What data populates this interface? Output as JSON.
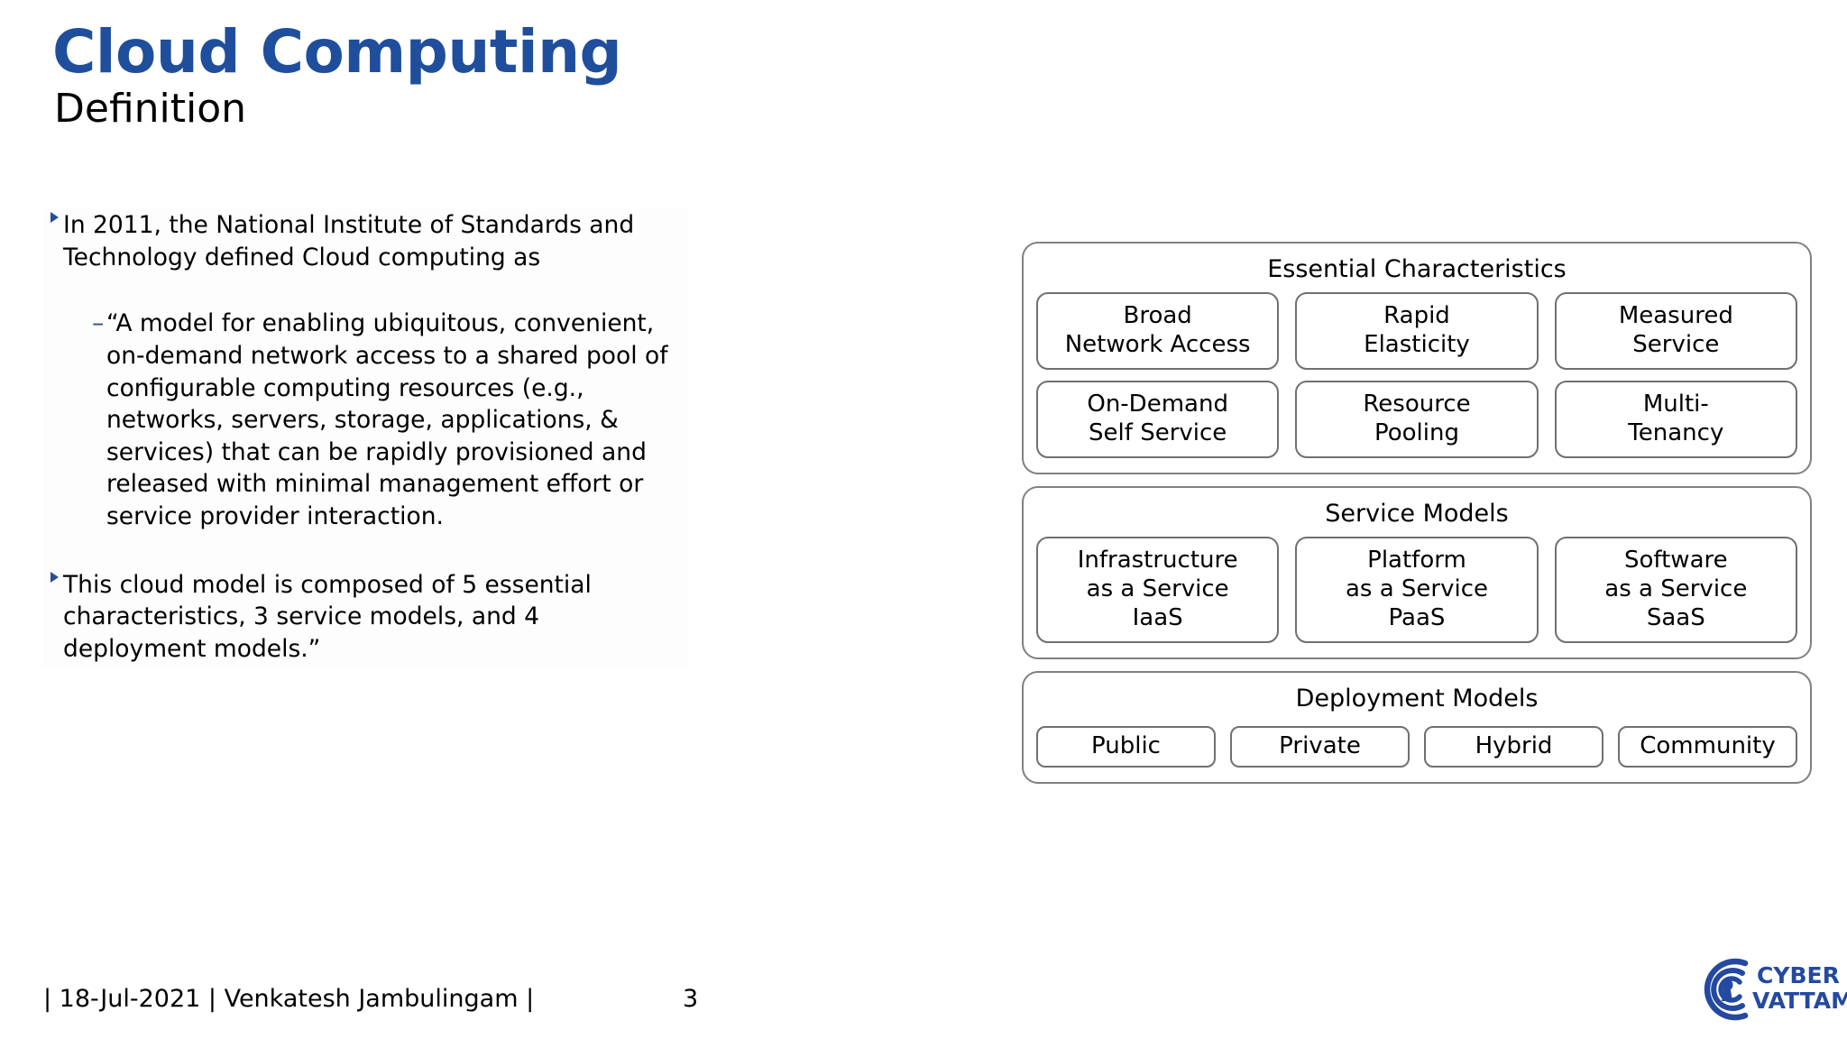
{
  "header": {
    "title": "Cloud Computing",
    "subtitle": "Definition",
    "title_color": "#1F4E9C"
  },
  "body": {
    "bullets": [
      {
        "level": 1,
        "marker": "triangle-right-bullet",
        "text": "In 2011, the National Institute of Standards and Technology defined Cloud computing as"
      },
      {
        "level": 2,
        "marker": "en-dash-bullet",
        "text": "“A model for enabling ubiquitous, convenient, on-demand network access to a shared pool of configurable computing resources (e.g., networks, servers, storage, applications, & services) that can be rapidly provisioned and released with minimal management effort or service provider interaction."
      },
      {
        "level": 1,
        "marker": "triangle-right-bullet",
        "text": "This cloud model is composed of 5 essential characteristics, 3 service models, and 4 deployment models.”"
      }
    ]
  },
  "diagram": {
    "border_color": "#808080",
    "panels": [
      {
        "title": "Essential Characteristics",
        "rows": [
          [
            {
              "lines": [
                "Broad",
                "Network Access"
              ]
            },
            {
              "lines": [
                "Rapid",
                "Elasticity"
              ]
            },
            {
              "lines": [
                "Measured",
                "Service"
              ]
            }
          ],
          [
            {
              "lines": [
                "On-Demand",
                "Self Service"
              ]
            },
            {
              "lines": [
                "Resource",
                "Pooling"
              ]
            },
            {
              "lines": [
                "Multi-",
                "Tenancy"
              ]
            }
          ]
        ]
      },
      {
        "title": "Service Models",
        "rows": [
          [
            {
              "lines": [
                "Infrastructure",
                "as a Service",
                "IaaS"
              ]
            },
            {
              "lines": [
                "Platform",
                "as a Service",
                "PaaS"
              ]
            },
            {
              "lines": [
                "Software",
                "as a Service",
                "SaaS"
              ]
            }
          ]
        ]
      },
      {
        "title": "Deployment Models",
        "rows": [
          [
            {
              "lines": [
                "Public"
              ]
            },
            {
              "lines": [
                "Private"
              ]
            },
            {
              "lines": [
                "Hybrid"
              ]
            },
            {
              "lines": [
                "Community"
              ]
            }
          ]
        ]
      }
    ]
  },
  "footer": {
    "text": "| 18-Jul-2021 | Venkatesh Jambulingam |",
    "page_number": "3"
  },
  "logo": {
    "line1": "CYBER",
    "line2": "VATTAM",
    "color": "#2449a0",
    "mark": "concentric-arcs-keyhole-icon"
  }
}
